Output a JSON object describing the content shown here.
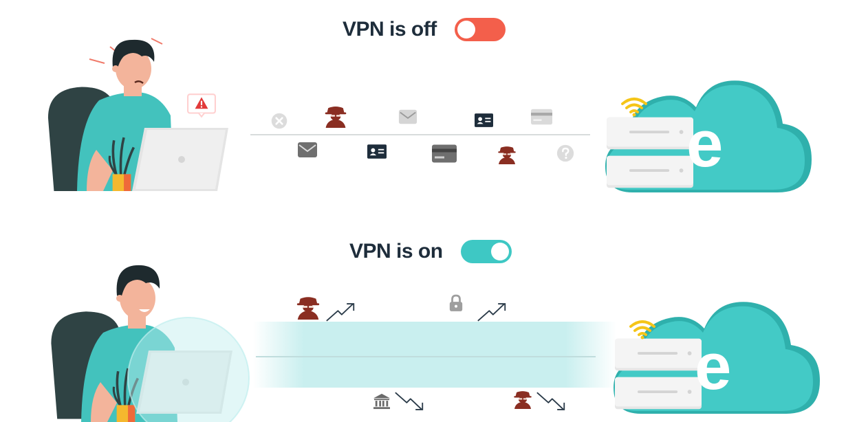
{
  "vpn_off": {
    "label": "VPN is off",
    "toggle_state": "off",
    "toggle_color": "#f35f4b",
    "data_items_top": [
      "blocked-icon",
      "spy-icon",
      "envelope-icon",
      "id-card-icon",
      "credit-card-icon"
    ],
    "data_items_bottom": [
      "envelope-icon",
      "id-card-icon",
      "credit-card-icon",
      "spy-icon",
      "question-icon"
    ],
    "warning_icon": "warning-icon"
  },
  "vpn_on": {
    "label": "VPN is on",
    "toggle_state": "on",
    "toggle_color": "#3ec8c4",
    "deflected_items_top": [
      "spy-icon",
      "lock-icon"
    ],
    "deflected_items_bottom": [
      "bank-icon",
      "spy-icon"
    ],
    "deflect_icon": "arrow-deflect-icon"
  },
  "server_cloud": {
    "brand_letter": "e",
    "icons": [
      "wifi-icon",
      "server-icon",
      "cloud-icon"
    ]
  },
  "colors": {
    "teal": "#3ec8c4",
    "red_toggle": "#f35f4b",
    "spy": "#8a2e22",
    "heading": "#1e2d3b",
    "wifi": "#f5c518"
  }
}
